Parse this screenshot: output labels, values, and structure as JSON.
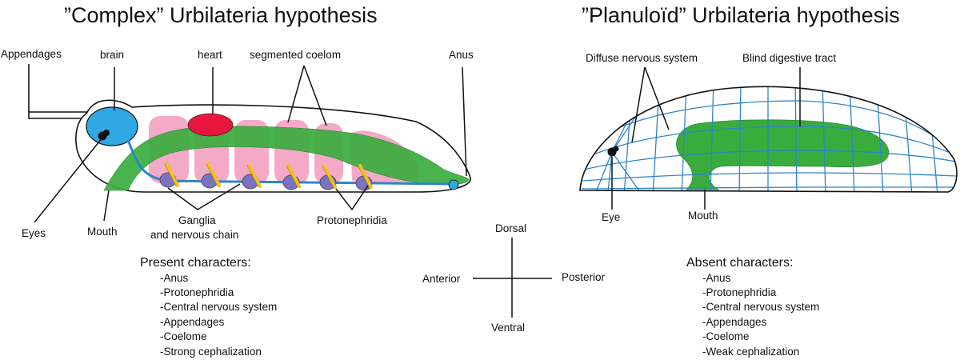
{
  "colors": {
    "brain": "#2fa8e4",
    "heart": "#e8163f",
    "coelom": "#f4a9c7",
    "gut": "#3aac3e",
    "nerve": "#2f85c6",
    "ganglion": "#7a72c2",
    "protonephridia": "#f2c21a",
    "outline": "#111111"
  },
  "left": {
    "title": "”Complex” Urbilateria hypothesis",
    "labels": {
      "appendages": "Appendages",
      "brain": "brain",
      "heart": "heart",
      "coelom": "segmented coelom",
      "anus": "Anus",
      "eyes": "Eyes",
      "mouth": "Mouth",
      "ganglia_1": "Ganglia",
      "ganglia_2": "and nervous chain",
      "protonephridia": "Protonephridia"
    },
    "characters_title": "Present characters:",
    "characters": [
      "-Anus",
      "-Protonephridia",
      "-Central nervous system",
      "-Appendages",
      "-Coelome",
      "-Strong cephalization"
    ]
  },
  "right": {
    "title": "”Planuloïd” Urbilateria hypothesis",
    "labels": {
      "nervous": "Diffuse nervous system",
      "digestive": "Blind digestive tract",
      "eye": "Eye",
      "mouth": "Mouth"
    },
    "characters_title": "Absent characters:",
    "characters": [
      "-Anus",
      "-Protonephridia",
      "-Central nervous system",
      "-Appendages",
      "-Coelome",
      "-Weak cephalization"
    ]
  },
  "axes": {
    "dorsal": "Dorsal",
    "ventral": "Ventral",
    "anterior": "Anterior",
    "posterior": "Posterior"
  }
}
